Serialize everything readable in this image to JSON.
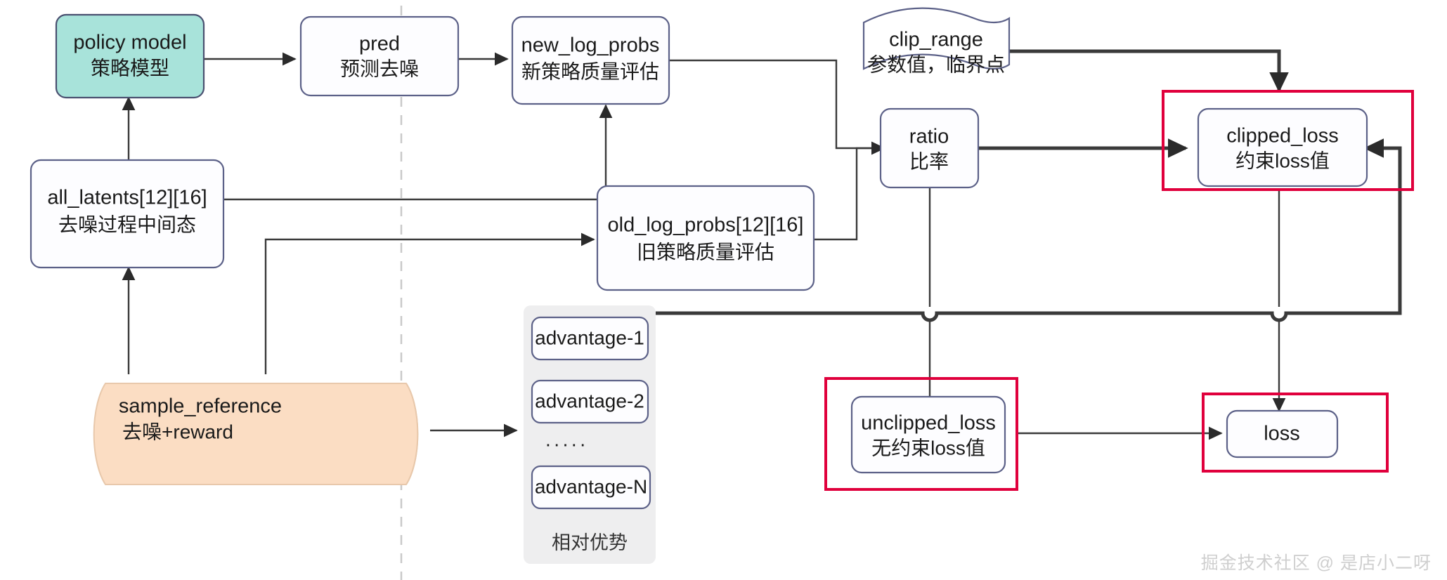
{
  "diagram": {
    "title": "PPO / GRPO diffusion policy loss flow",
    "colors": {
      "accent_node_fill": "#a8e3da",
      "node_stroke": "#5c6188",
      "highlight_border": "#e0003c",
      "cylinder_fill": "#fbddc3",
      "group_fill": "#eeeeef",
      "edge": "#3a3a3a",
      "divider": "#c9c9c9",
      "watermark": "#cfcfcf"
    },
    "nodes": {
      "policy_model": {
        "en": "policy model",
        "cn": "策略模型"
      },
      "pred": {
        "en": "pred",
        "cn": "预测去噪"
      },
      "new_log_probs": {
        "en": "new_log_probs",
        "cn": "新策略质量评估"
      },
      "clip_range": {
        "en": "clip_range",
        "cn": "参数值，临界点"
      },
      "all_latents": {
        "en": "all_latents[12][16]",
        "cn": "去噪过程中间态"
      },
      "old_log_probs": {
        "en": "old_log_probs[12][16]",
        "cn": "旧策略质量评估"
      },
      "ratio": {
        "en": "ratio",
        "cn": "比率"
      },
      "clipped_loss": {
        "en": "clipped_loss",
        "cn": "约束loss值"
      },
      "sample_reference": {
        "en": "sample_reference",
        "cn": "去噪+reward"
      },
      "unclipped_loss": {
        "en": "unclipped_loss",
        "cn": "无约束loss值"
      },
      "loss": {
        "en": "loss",
        "cn": ""
      }
    },
    "advantage_group": {
      "items": [
        "advantage-1",
        "advantage-2",
        "·····",
        "advantage-N"
      ],
      "caption": "相对优势"
    },
    "watermark": "掘金技术社区 @ 是店小二呀"
  }
}
